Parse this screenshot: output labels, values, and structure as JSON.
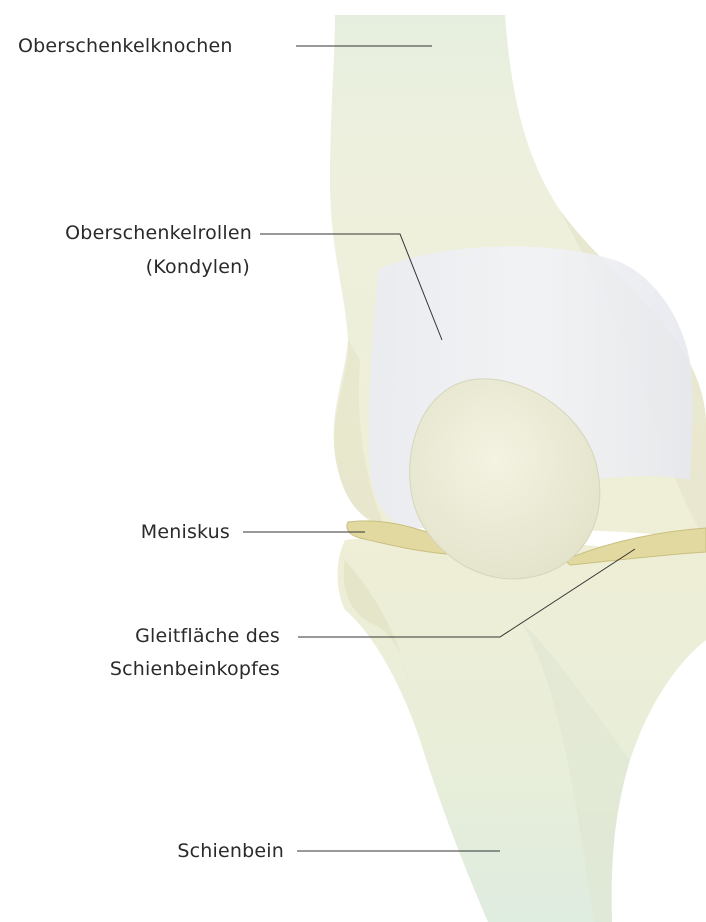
{
  "labels": {
    "femur": "Oberschenkelknochen",
    "condyles_line1": "Oberschenkelrollen",
    "condyles_line2": "(Kondylen)",
    "meniscus": "Meniskus",
    "tibial_plateau_line1": "Gleitfläche des",
    "tibial_plateau_line2": "Schienbeinkopfes",
    "tibia": "Schienbein"
  },
  "colors": {
    "bone": "#f0efd9",
    "bone_shade": "#ddddc2",
    "cartilage": "#e6e8ef",
    "meniscus": "#e3dba0",
    "tibia_shaft": "#e4eedb",
    "leader_line": "#333333",
    "text": "#2a2a2a"
  }
}
